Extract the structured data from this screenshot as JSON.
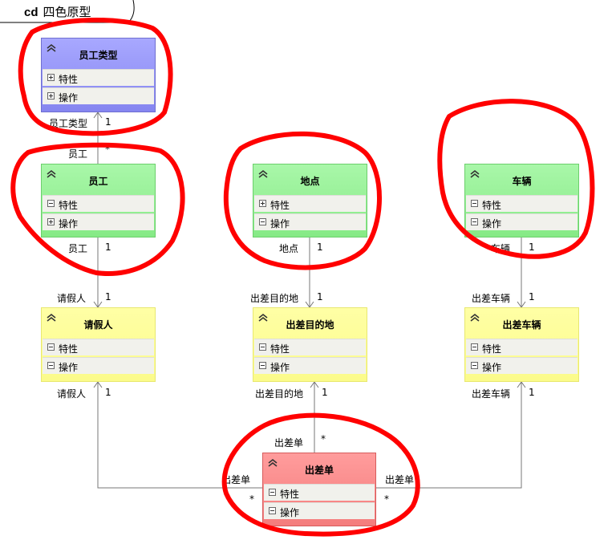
{
  "frame": {
    "keyword": "cd",
    "title": "四色原型"
  },
  "classes": {
    "employee_type": {
      "name": "员工类型",
      "attributes": "特性",
      "operations": "操作"
    },
    "employee": {
      "name": "员工",
      "attributes": "特性",
      "operations": "操作"
    },
    "location": {
      "name": "地点",
      "attributes": "特性",
      "operations": "操作"
    },
    "vehicle": {
      "name": "车辆",
      "attributes": "特性",
      "operations": "操作"
    },
    "leave_applicant": {
      "name": "请假人",
      "attributes": "特性",
      "operations": "操作"
    },
    "destination": {
      "name": "出差目的地",
      "attributes": "特性",
      "operations": "操作"
    },
    "trip_vehicle": {
      "name": "出差车辆",
      "attributes": "特性",
      "operations": "操作"
    },
    "trip_order": {
      "name": "出差单",
      "attributes": "特性",
      "operations": "操作"
    }
  },
  "associations": {
    "emp_type": {
      "role_top": "员工类型",
      "mult_top": "1",
      "role_bottom": "员工",
      "mult_bottom": "*"
    },
    "emp_leave": {
      "role_top": "员工",
      "mult_top": "1",
      "role_bottom": "请假人",
      "mult_bottom": "1"
    },
    "loc_dest": {
      "role_top": "地点",
      "mult_top": "1",
      "role_bottom": "出差目的地",
      "mult_bottom": "1"
    },
    "veh_tveh": {
      "role_top": "车辆",
      "mult_top": "1",
      "role_bottom": "出差车辆",
      "mult_bottom": "1"
    },
    "leave_order": {
      "role_end": "请假人",
      "mult_end": "1",
      "role_order": "出差单",
      "mult_order": "*"
    },
    "dest_order": {
      "role_end": "出差目的地",
      "mult_end": "1",
      "role_order": "出差单",
      "mult_order": "*"
    },
    "tveh_order": {
      "role_end": "出差车辆",
      "mult_end": "1",
      "role_order": "出差单",
      "mult_order": "*"
    }
  },
  "colors": {
    "moment_interval": "#ff8f8f",
    "role": "#ffff99",
    "party_place_thing": "#99f099",
    "description": "#9999ff",
    "highlight_marker": "#ff0000"
  }
}
